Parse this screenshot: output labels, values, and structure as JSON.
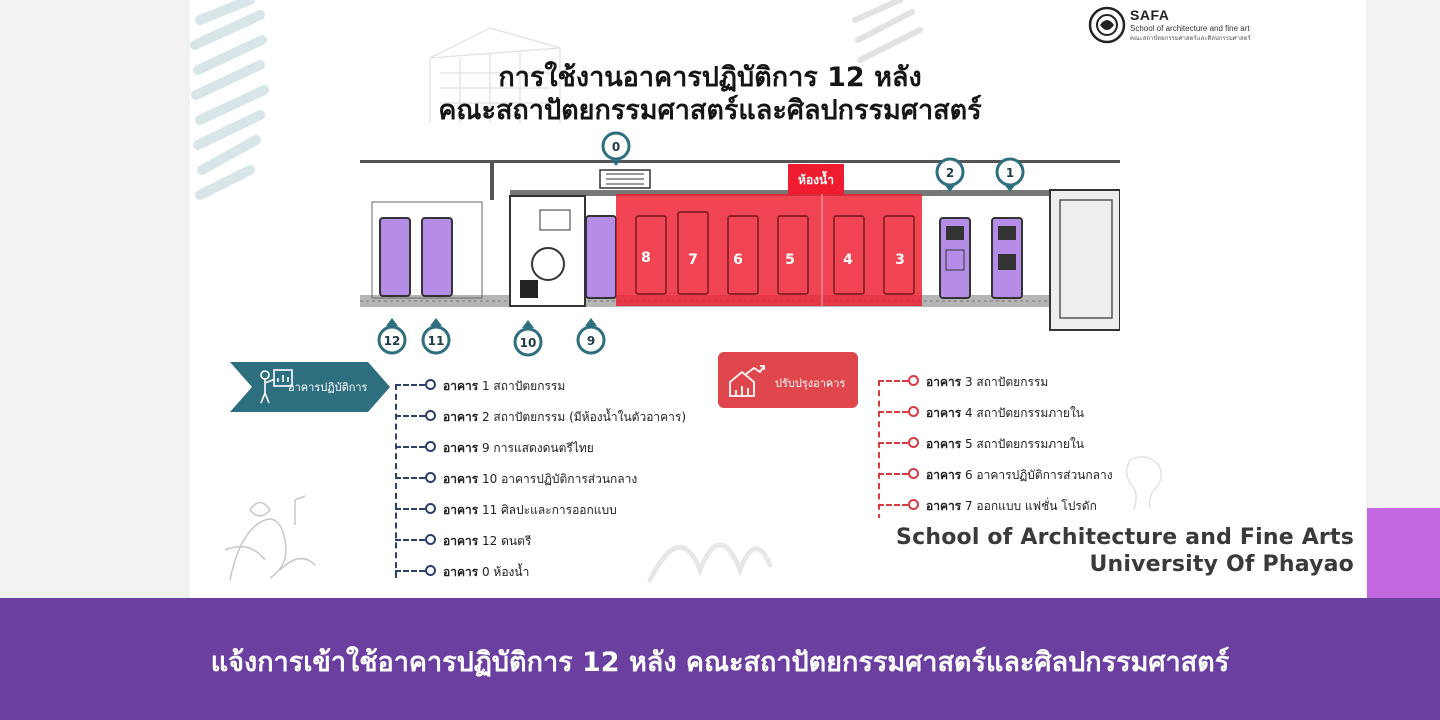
{
  "logo": {
    "name": "SAFA",
    "subtitle": "School of architecture and fine art",
    "subtitle_th": "คณะสถาปัตยกรรมศาสตร์และศิลปกรรมศาสตร์"
  },
  "title": {
    "line1": "การใช้งานอาคารปฏิบัติการ 12 หลัง",
    "line2": "คณะสถาปัตยกรรมศาสตร์และศิลปกรรมศาสตร์"
  },
  "map": {
    "toilet_label": "ห้องน้ำ",
    "pins": [
      "0",
      "2",
      "1",
      "12",
      "11",
      "10",
      "9"
    ],
    "renovation_numbers": [
      "8",
      "7",
      "6",
      "5",
      "4",
      "3"
    ],
    "colors": {
      "lab": "#b58ce8",
      "renovation": "#ee1c2e",
      "pin": "#2e6f7f"
    }
  },
  "legend": {
    "lab_label": "อาคารปฏิบัติการ",
    "renovation_label": "ปรับปรุงอาคาร",
    "lab_color": "#2e6f7f",
    "renovation_color": "#e0474c"
  },
  "lab_buildings": [
    {
      "prefix": "อาคาร",
      "text": "1 สถาปัตยกรรม"
    },
    {
      "prefix": "อาคาร",
      "text": "2 สถาปัตยกรรม (มีห้องน้ำในตัวอาคาร)"
    },
    {
      "prefix": "อาคาร",
      "text": "9 การแสดงดนตรีไทย"
    },
    {
      "prefix": "อาคาร",
      "text": "10 อาคารปฏิบัติการส่วนกลาง"
    },
    {
      "prefix": "อาคาร",
      "text": "11 ศิลปะและการออกแบบ"
    },
    {
      "prefix": "อาคาร",
      "text": "12 ดนตรี"
    },
    {
      "prefix": "อาคาร",
      "text": "0 ห้องน้ำ"
    }
  ],
  "renovation_buildings": [
    {
      "prefix": "อาคาร",
      "text": "3 สถาปัตยกรรม"
    },
    {
      "prefix": "อาคาร",
      "text": "4 สถาปัตยกรรมภายใน"
    },
    {
      "prefix": "อาคาร",
      "text": "5 สถาปัตยกรรมภายใน"
    },
    {
      "prefix": "อาคาร",
      "text": "6 อาคารปฏิบัติการส่วนกลาง"
    },
    {
      "prefix": "อาคาร",
      "text": "7 ออกแบบ แฟชั่น โปรดัก"
    }
  ],
  "school": {
    "line1": "School of Architecture and Fine Arts",
    "line2": "University Of Phayao"
  },
  "banner": {
    "text": "แจ้งการเข้าใช้อาคารปฏิบัติการ 12 หลัง คณะสถาปัตยกรรมศาสตร์และศิลปกรรมศาสตร์",
    "color": "#6a3fa0"
  }
}
